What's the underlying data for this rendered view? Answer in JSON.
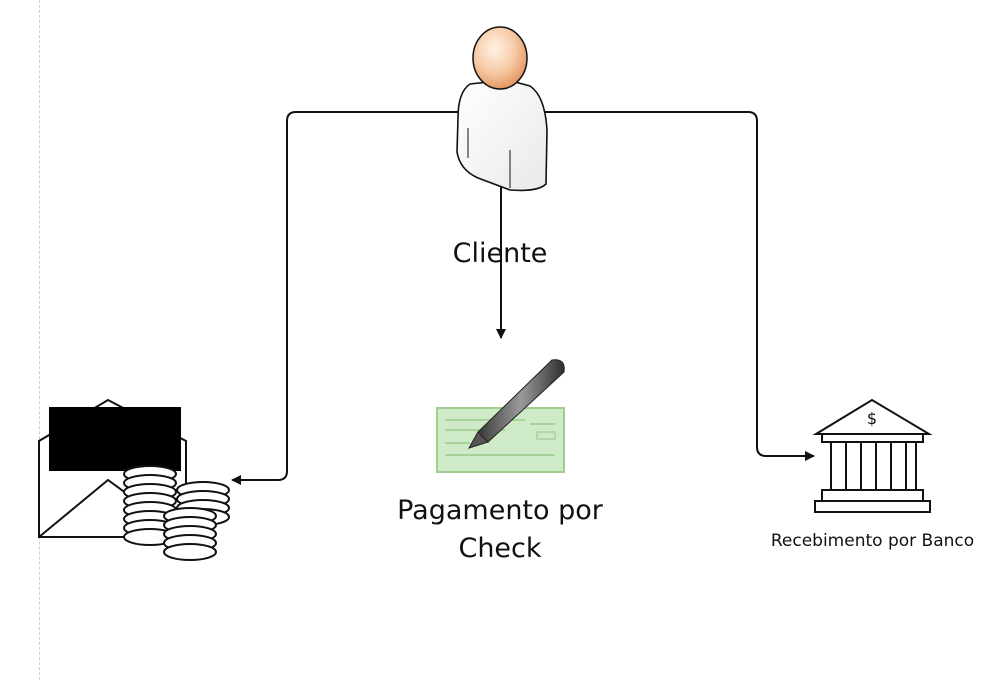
{
  "diagram": {
    "nodes": {
      "client": {
        "label": "Cliente",
        "icon": "person-icon"
      },
      "check": {
        "label_line1": "Pagamento por",
        "label_line2": "Check",
        "icon": "check-with-pen-icon"
      },
      "cash": {
        "icon": "envelope-with-coins-icon"
      },
      "bank": {
        "label": "Recebimento por Banco",
        "icon": "bank-icon",
        "symbol": "$"
      }
    },
    "edges": [
      {
        "from": "client",
        "to": "check"
      },
      {
        "from": "client",
        "to": "cash"
      },
      {
        "from": "client",
        "to": "bank"
      }
    ]
  },
  "colors": {
    "line": "#111111",
    "skin": "#f4c9a6",
    "check_fill": "#cfeac6",
    "check_border": "#9fcf8f"
  }
}
